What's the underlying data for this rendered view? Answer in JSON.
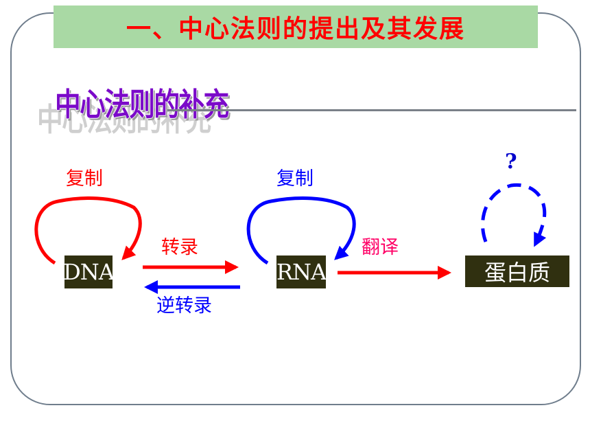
{
  "header": {
    "title": "一、中心法则的提出及其发展"
  },
  "section": {
    "title": "中心法则的补充"
  },
  "nodes": {
    "dna": "DNA",
    "rna": "RNA",
    "protein": "蛋白质"
  },
  "labels": {
    "dna_replication": "复制",
    "rna_replication": "复制",
    "transcription": "转录",
    "reverse_transcription": "逆转录",
    "translation": "翻译",
    "protein_unknown": "?"
  },
  "colors": {
    "red": "#ff0000",
    "blue": "#0000ff",
    "banner": "#a9d9a4",
    "box": "#303010",
    "translate_label": "#ff0066"
  }
}
